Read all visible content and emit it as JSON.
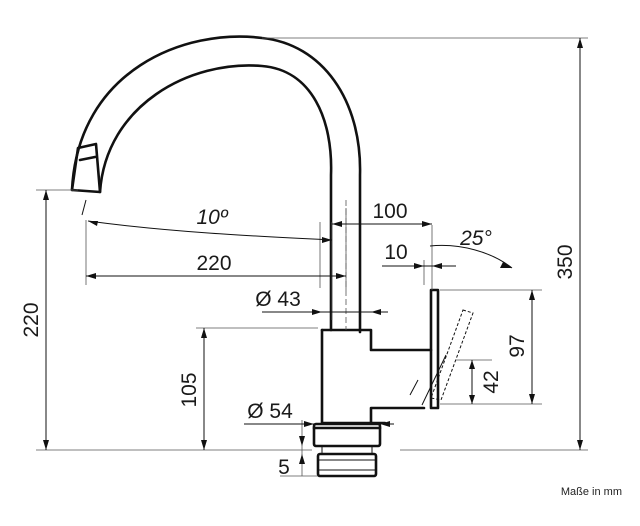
{
  "diagram": {
    "dimensions": {
      "total_height": "350",
      "spout_height": "220",
      "spout_angle": "10º",
      "spout_reach": "220",
      "handle_offset": "100",
      "handle_gap": "10",
      "handle_angle": "25°",
      "spout_diameter": "Ø 43",
      "handle_height": "97",
      "body_height": "105",
      "handle_lower": "42",
      "base_diameter": "Ø 54",
      "base_thickness": "5"
    },
    "note": "Maße in mm"
  }
}
